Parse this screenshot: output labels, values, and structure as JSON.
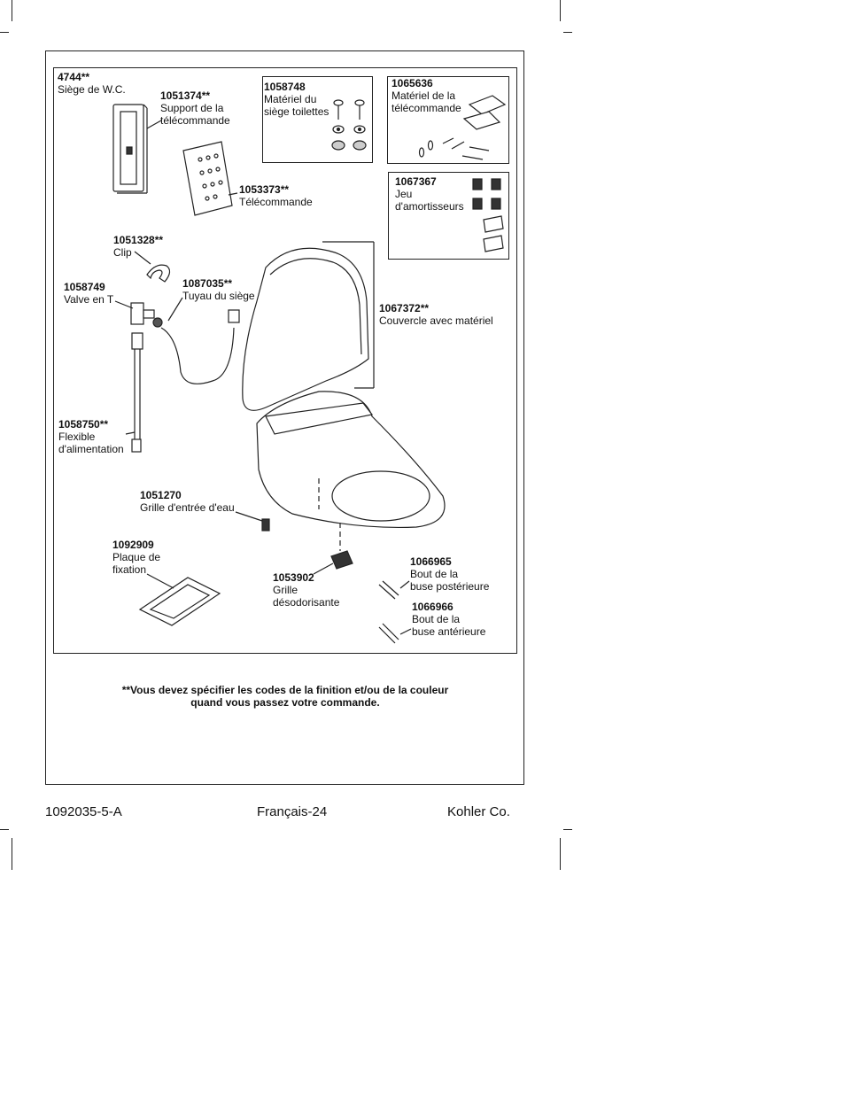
{
  "parts": {
    "p4744": {
      "code": "4744**",
      "name": "Siège de W.C."
    },
    "p1051374": {
      "code": "1051374**",
      "name1": "Support de la",
      "name2": "télécommande"
    },
    "p1058748": {
      "code": "1058748",
      "name1": "Matériel du",
      "name2": "siège toilettes"
    },
    "p1065636": {
      "code": "1065636",
      "name1": "Matériel de la",
      "name2": "télécommande"
    },
    "p1053373": {
      "code": "1053373**",
      "name": "Télécommande"
    },
    "p1067367": {
      "code": "1067367",
      "name1": "Jeu",
      "name2": "d'amortisseurs"
    },
    "p1051328": {
      "code": "1051328**",
      "name": "Clip"
    },
    "p1058749": {
      "code": "1058749",
      "name": "Valve en T"
    },
    "p1087035": {
      "code": "1087035**",
      "name": "Tuyau du siège"
    },
    "p1067372": {
      "code": "1067372**",
      "name": "Couvercle avec matériel"
    },
    "p1058750": {
      "code": "1058750**",
      "name1": "Flexible",
      "name2": "d'alimentation"
    },
    "p1051270": {
      "code": "1051270",
      "name": "Grille d'entrée d'eau"
    },
    "p1092909": {
      "code": "1092909",
      "name1": "Plaque de",
      "name2": "fixation"
    },
    "p1066965": {
      "code": "1066965",
      "name1": "Bout de la",
      "name2": "buse postérieure"
    },
    "p1053902": {
      "code": "1053902",
      "name1": "Grille",
      "name2": "désodorisante"
    },
    "p1066966": {
      "code": "1066966",
      "name1": "Bout de la",
      "name2": "buse antérieure"
    }
  },
  "note": {
    "line1": "**Vous devez spécifier les codes de la finition et/ou de la couleur",
    "line2": "quand vous passez votre commande."
  },
  "footer": {
    "doc_number": "1092035-5-A",
    "page": "Français-24",
    "company": "Kohler Co."
  }
}
